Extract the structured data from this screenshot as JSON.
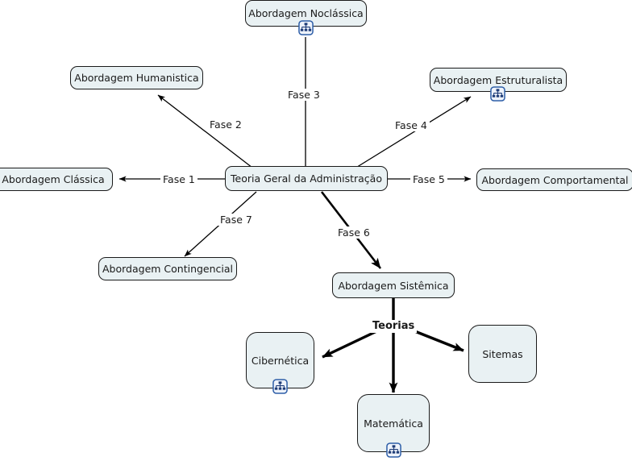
{
  "diagram": {
    "title": "Teoria Geral da Administracao - abordagens",
    "colors": {
      "node_fill": "#e9f1f3",
      "node_border": "#1a1a1a",
      "background": "#ffffff",
      "edge": "#000000",
      "icon_border": "#2f5fa8",
      "icon_fill": "#eef3fb"
    },
    "center_node": {
      "label": "Teoria Geral da Administração"
    },
    "nodes": [
      {
        "id": "noclassica",
        "label": "Abordagem Noclássica",
        "shape": "pill",
        "icon": "hierarchy-icon"
      },
      {
        "id": "humanistica",
        "label": "Abordagem Humanistica",
        "shape": "pill",
        "icon": ""
      },
      {
        "id": "estruturalista",
        "label": "Abordagem Estruturalista",
        "shape": "pill",
        "icon": "hierarchy-icon"
      },
      {
        "id": "classica",
        "label": "Abordagem Clássica",
        "shape": "pill",
        "icon": ""
      },
      {
        "id": "central",
        "label": "Teoria Geral da Administração",
        "shape": "pill",
        "icon": ""
      },
      {
        "id": "comportamental",
        "label": "Abordagem Comportamental",
        "shape": "pill",
        "icon": ""
      },
      {
        "id": "contingencial",
        "label": "Abordagem Contingencial",
        "shape": "pill",
        "icon": ""
      },
      {
        "id": "sistemica",
        "label": "Abordagem Sistêmica",
        "shape": "pill",
        "icon": ""
      },
      {
        "id": "cibernetica",
        "label": "Cibernética",
        "shape": "card",
        "icon": "hierarchy-icon"
      },
      {
        "id": "matematica",
        "label": "Matemática",
        "shape": "card",
        "icon": "hierarchy-icon"
      },
      {
        "id": "sitemas",
        "label": "Sitemas",
        "shape": "card",
        "icon": ""
      }
    ],
    "edge_labels": [
      {
        "id": "fase1",
        "label": "Fase 1",
        "bold": false
      },
      {
        "id": "fase2",
        "label": "Fase 2",
        "bold": false
      },
      {
        "id": "fase3",
        "label": "Fase 3",
        "bold": false
      },
      {
        "id": "fase4",
        "label": "Fase 4",
        "bold": false
      },
      {
        "id": "fase5",
        "label": "Fase 5",
        "bold": false
      },
      {
        "id": "fase6",
        "label": "Fase 6",
        "bold": false
      },
      {
        "id": "fase7",
        "label": "Fase 7",
        "bold": false
      },
      {
        "id": "teorias",
        "label": "Teorias",
        "bold": true
      }
    ]
  }
}
